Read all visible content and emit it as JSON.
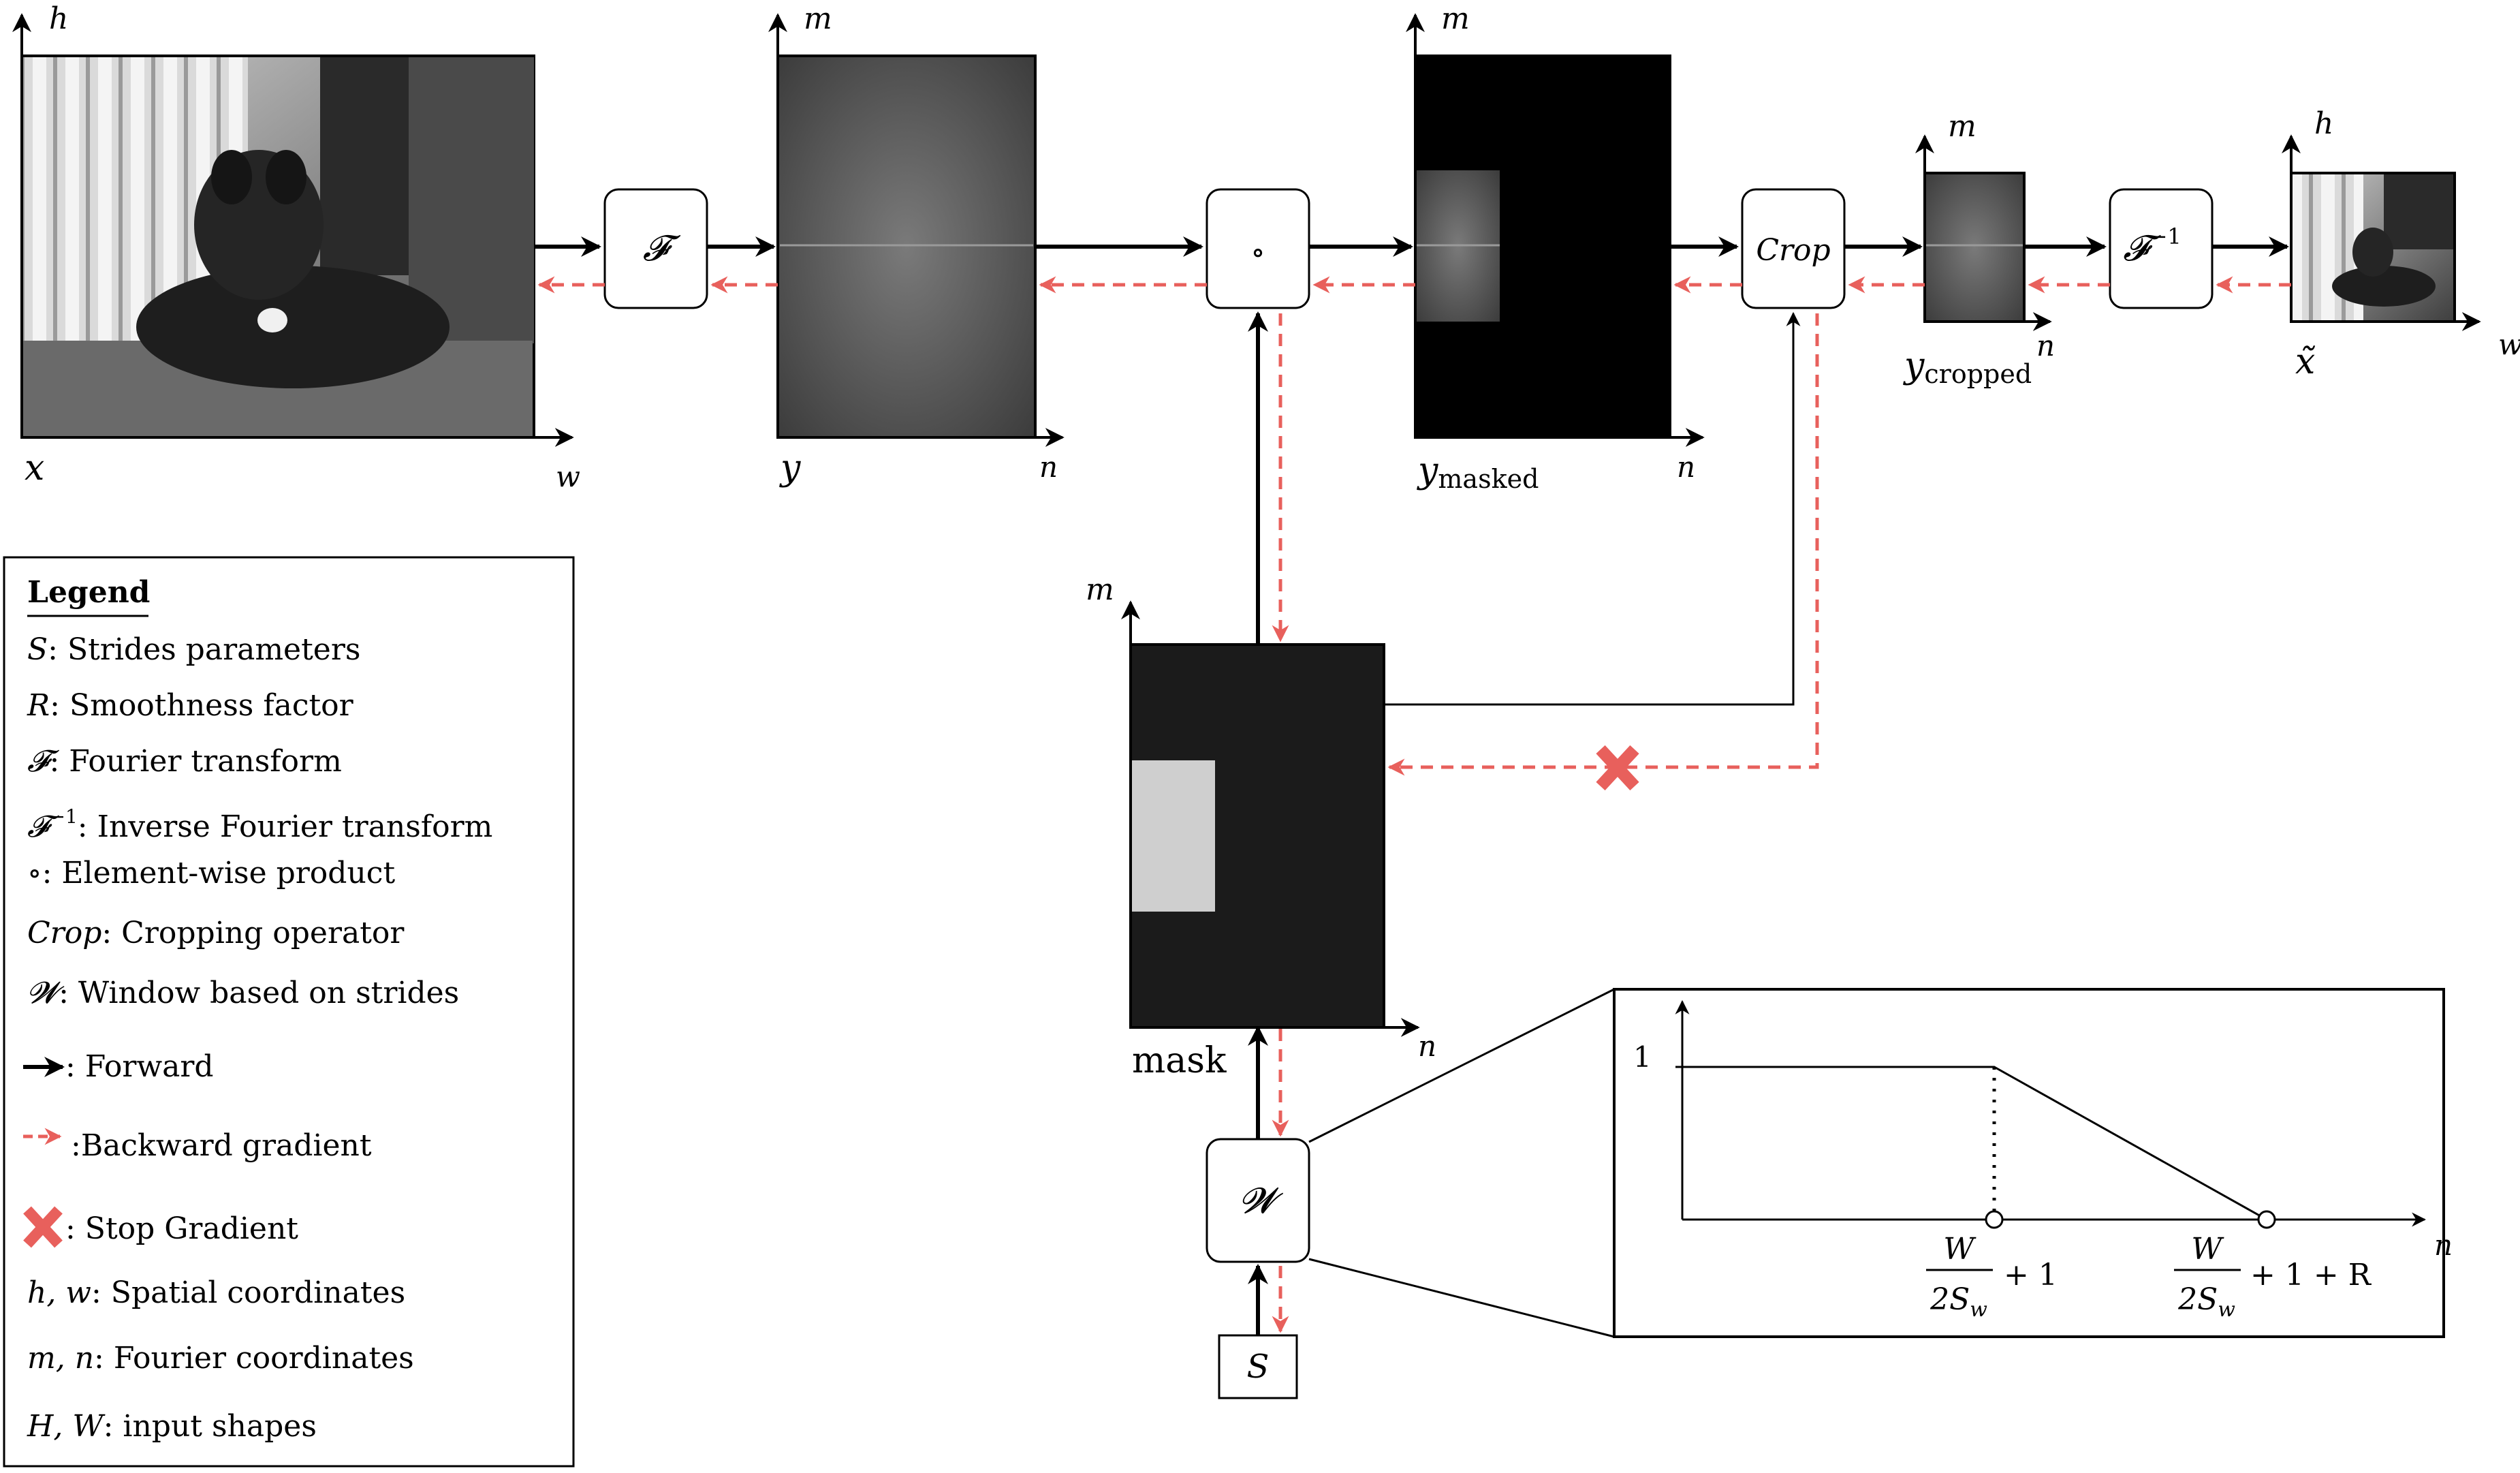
{
  "symbols": {
    "x": "x",
    "y": "y",
    "y_masked_base": "y",
    "y_masked_sub": "masked",
    "y_cropped_base": "y",
    "y_cropped_sub": "cropped",
    "x_tilde": "x̃",
    "mask": "mask"
  },
  "axes": {
    "h": "h",
    "w": "w",
    "m": "m",
    "n": "n"
  },
  "operators": {
    "fourier": "𝓕",
    "elementwise": "∘",
    "crop": "Crop",
    "inverse_base": "𝓕",
    "inverse_sup": "−1",
    "window": "𝓦",
    "strides": "S"
  },
  "inset": {
    "y_tick": "1",
    "x_label1_num": "W",
    "x_label1_den": "2S",
    "x_label1_den_sub": "w",
    "x_label1_tail": "+ 1",
    "x_label2_num": "W",
    "x_label2_den": "2S",
    "x_label2_den_sub": "w",
    "x_label2_tail": "+ 1 + R",
    "x_axis": "n"
  },
  "legend": {
    "title": "Legend",
    "items": [
      {
        "sym": "S",
        "text": ": Strides parameters"
      },
      {
        "sym": "R",
        "text": ": Smoothness factor"
      },
      {
        "sym": "𝓕",
        "text": ": Fourier transform"
      },
      {
        "sym": "𝓕",
        "sup": "−1",
        "text": ": Inverse Fourier transform"
      },
      {
        "sym": "∘",
        "text": ": Element-wise product"
      },
      {
        "sym": "Crop",
        "text": ": Cropping operator"
      },
      {
        "sym": "𝓦",
        "text": ": Window based on strides"
      },
      {
        "text": " : Forward"
      },
      {
        "text": ":Backward gradient"
      },
      {
        "text": " : Stop Gradient"
      },
      {
        "sym": "h, w",
        "text": ": Spatial coordinates"
      },
      {
        "sym": "m, n",
        "text": ": Fourier coordinates"
      },
      {
        "sym": "H, W",
        "text": ": input shapes"
      }
    ]
  },
  "colors": {
    "forward": "#000000",
    "backward": "#e8605c",
    "stop": "#e8605c",
    "mask_dark": "#1b1b1b",
    "mask_light": "#cfcfcf"
  }
}
